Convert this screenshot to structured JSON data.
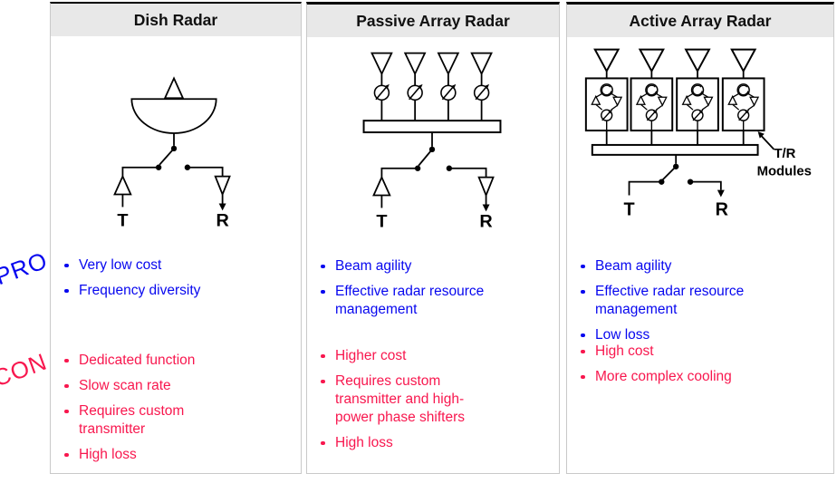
{
  "side_labels": {
    "pro": "PRO",
    "con": "CON"
  },
  "colors": {
    "pro_text": "#0707ef",
    "con_text": "#f8174e",
    "header_bg": "#e8e8e8",
    "column_border": "#c9c9c9",
    "diagram_ink": "#000000"
  },
  "columns": [
    {
      "title": "Dish Radar",
      "diagram": {
        "t": "T",
        "r": "R"
      },
      "pros": [
        "Very low cost",
        "Frequency diversity"
      ],
      "cons": [
        "Dedicated function",
        "Slow scan rate",
        "Requires custom transmitter",
        "High loss"
      ]
    },
    {
      "title": "Passive Array Radar",
      "diagram": {
        "t": "T",
        "r": "R"
      },
      "pros": [
        "Beam agility",
        "Effective radar resource management"
      ],
      "cons": [
        "Higher cost",
        "Requires custom transmitter and high-power phase shifters",
        "High loss"
      ]
    },
    {
      "title": "Active Array Radar",
      "diagram": {
        "t": "T",
        "r": "R",
        "annotation_line1": "T/R",
        "annotation_line2": "Modules"
      },
      "pros": [
        "Beam agility",
        "Effective radar resource management",
        "Low loss"
      ],
      "cons": [
        "High cost",
        "More complex cooling"
      ]
    }
  ]
}
